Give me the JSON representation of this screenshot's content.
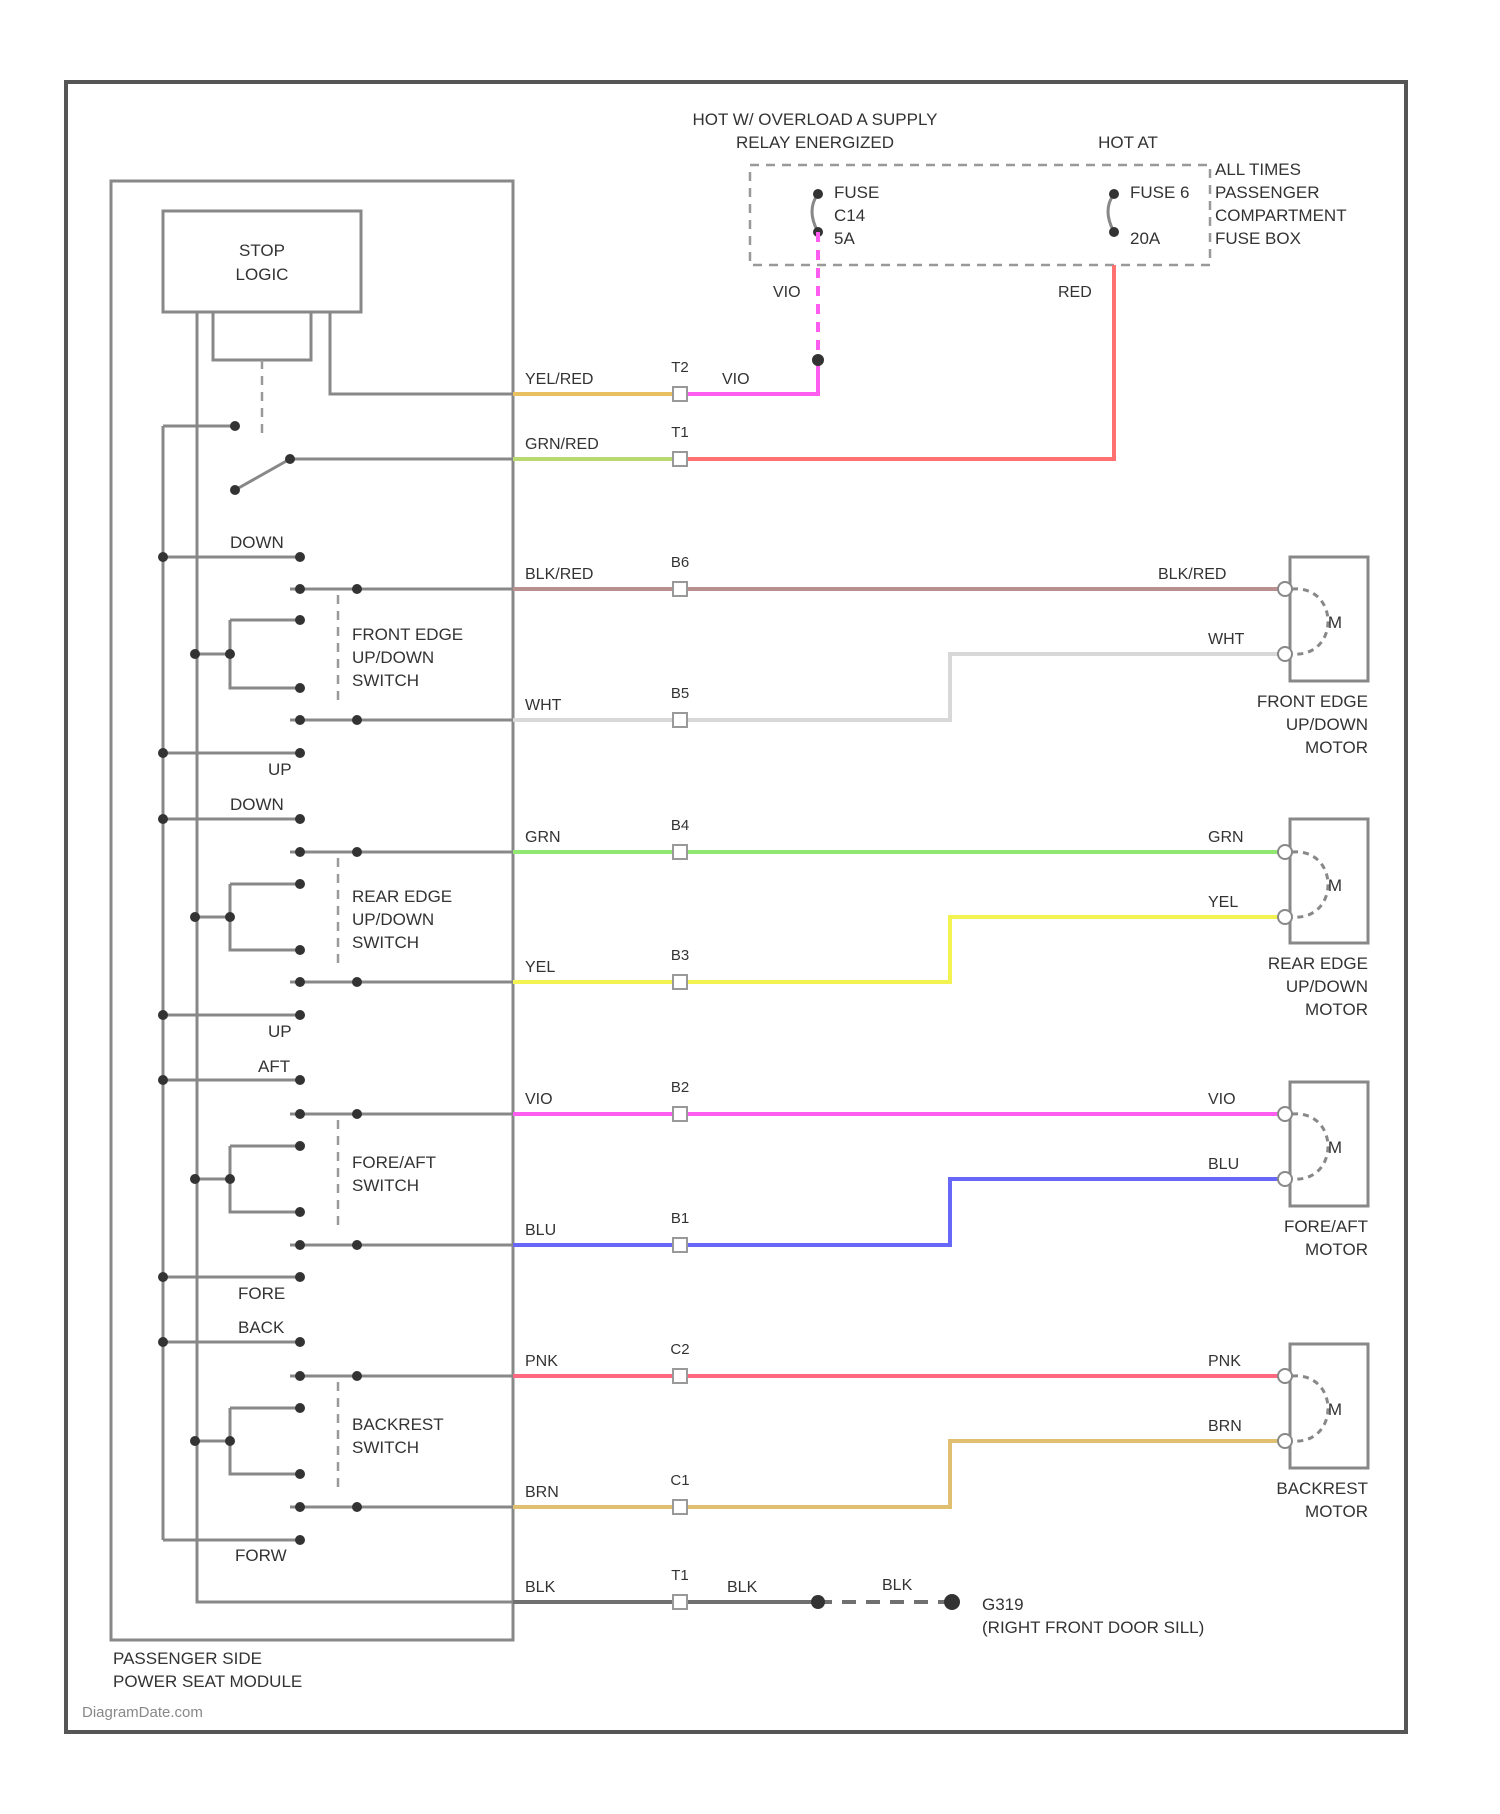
{
  "diagram": {
    "module_name": [
      "PASSENGER SIDE",
      "POWER SEAT MODULE"
    ],
    "stop_logic": [
      "STOP",
      "LOGIC"
    ],
    "hot_overload": [
      "HOT W/ OVERLOAD A SUPPLY",
      "RELAY ENERGIZED"
    ],
    "hot_at": "HOT AT",
    "fuse_box": [
      "ALL TIMES",
      "PASSENGER",
      "COMPARTMENT",
      "FUSE BOX"
    ],
    "fuse_c14": [
      "FUSE",
      "C14",
      "5A"
    ],
    "fuse_6": [
      "FUSE 6",
      "20A"
    ],
    "switches": {
      "front_edge": [
        "FRONT EDGE",
        "UP/DOWN",
        "SWITCH"
      ],
      "rear_edge": [
        "REAR EDGE",
        "UP/DOWN",
        "SWITCH"
      ],
      "fore_aft": [
        "FORE/AFT",
        "SWITCH"
      ],
      "backrest": [
        "BACKREST",
        "SWITCH"
      ]
    },
    "positions": {
      "down1": "DOWN",
      "up1": "UP",
      "down2": "DOWN",
      "up2": "UP",
      "aft": "AFT",
      "fore": "FORE",
      "back": "BACK",
      "forw": "FORW"
    },
    "motors": {
      "front_edge": [
        "FRONT EDGE",
        "UP/DOWN",
        "MOTOR"
      ],
      "rear_edge": [
        "REAR EDGE",
        "UP/DOWN",
        "MOTOR"
      ],
      "fore_aft": [
        "FORE/AFT",
        "MOTOR"
      ],
      "backrest": [
        "BACKREST",
        "MOTOR"
      ],
      "symbol": "M"
    },
    "wires": {
      "yel_red": "YEL/RED",
      "vio_a": "VIO",
      "vio_b": "VIO",
      "grn_red": "GRN/RED",
      "red": "RED",
      "blk_red_a": "BLK/RED",
      "blk_red_b": "BLK/RED",
      "wht_a": "WHT",
      "wht_b": "WHT",
      "grn_a": "GRN",
      "grn_b": "GRN",
      "yel_a": "YEL",
      "yel_b": "YEL",
      "vio_c": "VIO",
      "vio_d": "VIO",
      "blu_a": "BLU",
      "blu_b": "BLU",
      "pnk_a": "PNK",
      "pnk_b": "PNK",
      "brn_a": "BRN",
      "brn_b": "BRN",
      "blk_a": "BLK",
      "blk_b": "BLK",
      "blk_c": "BLK"
    },
    "pins": {
      "t2": "T2",
      "t1_top": "T1",
      "b6": "B6",
      "b5": "B5",
      "b4": "B4",
      "b3": "B3",
      "b2": "B2",
      "b1": "B1",
      "c2": "C2",
      "c1": "C1",
      "t1_bottom": "T1"
    },
    "ground": [
      "G319",
      "(RIGHT FRONT DOOR SILL)"
    ],
    "watermark": "DiagramDate.com"
  },
  "colors": {
    "yel_red": "#e8c060",
    "vio": "#ff5cf0",
    "grn_red": "#b8d870",
    "red": "#ff7070",
    "blk_red": "#b89090",
    "wht": "#d8d8d8",
    "grn": "#90e870",
    "yel": "#f2f250",
    "blu": "#6868f8",
    "pnk": "#ff6880",
    "brn": "#e0c070",
    "blk": "#707070"
  }
}
